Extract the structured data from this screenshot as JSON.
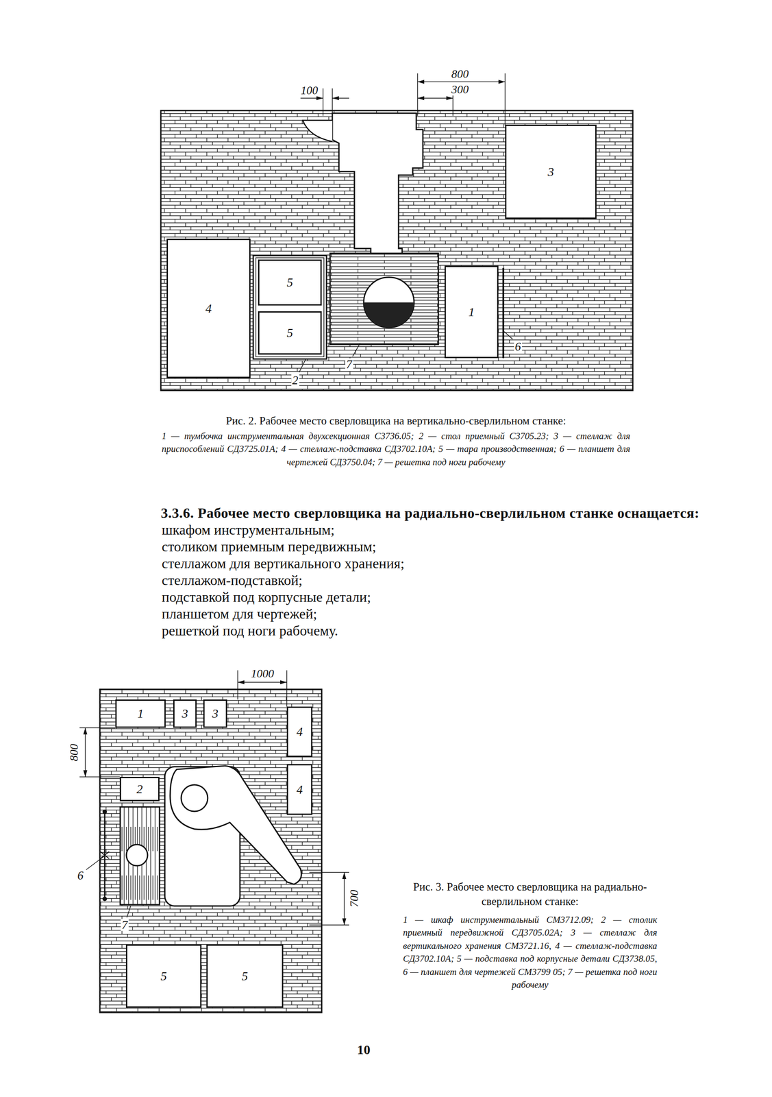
{
  "diagram": {
    "nodes": [
      {
        "text": [
          "3"
        ]
      },
      {
        "text": [
          "4"
        ]
      },
      {
        "text": [
          "5"
        ]
      },
      {
        "text": [
          "5"
        ]
      },
      {
        "text": [
          "1"
        ]
      },
      {
        "text": [
          "1"
        ]
      },
      {
        "text": [
          "3"
        ]
      },
      {
        "text": [
          "3"
        ]
      },
      {
        "text": [
          "4"
        ]
      },
      {
        "text": [
          "4"
        ]
      },
      {
        "text": [
          "2"
        ]
      },
      {
        "text": [
          "5"
        ]
      },
      {
        "text": [
          "5"
        ]
      }
    ],
    "labels": [
      "800",
      "300",
      "100",
      "2",
      "7",
      "6",
      "Рис. 2. Рабочее место сверловщика на вертикально-сверлильном станке:",
      "1 — тумбочка инструментальная двухсекционная С3736.05; 2 — стол приемный С3705.23; 3 — стеллаж для приспособлений СД3725.01А; 4 — стеллаж-подставка СД3702.10А; 5 — тара производственная; 6 — планшет для чертежей СД3750.04; 7 — решетка под ноги рабочему",
      "3.3.6. Рабочее место сверловщика на радиально-сверлильном станке оснащается:",
      "шкафом инструментальным;",
      "столиком приемным передвижным;",
      "стеллажом для вертикального хранения;",
      "стеллажом-подставкой;",
      "подставкой под корпусные детали;",
      "планшетом для чертежей;",
      "решеткой под ноги рабочему.",
      "1000",
      "800",
      "700",
      "6",
      "7",
      "Рис. 3. Рабочее место сверловщика на радиально-сверлильном станке:",
      "1 — шкаф инструментальный СМ3712.09; 2 — столик приемный передвижной СД3705.02А; 3 — стеллаж для вертикального хранения СМ3721.16, 4 — стеллаж-подставка СД3702.10А; 5 — подставка под корпусные детали СД3738.05, 6 — планшет для чертежей СМ3799 05; 7 — решетка под ноги рабочему",
      "10"
    ]
  }
}
